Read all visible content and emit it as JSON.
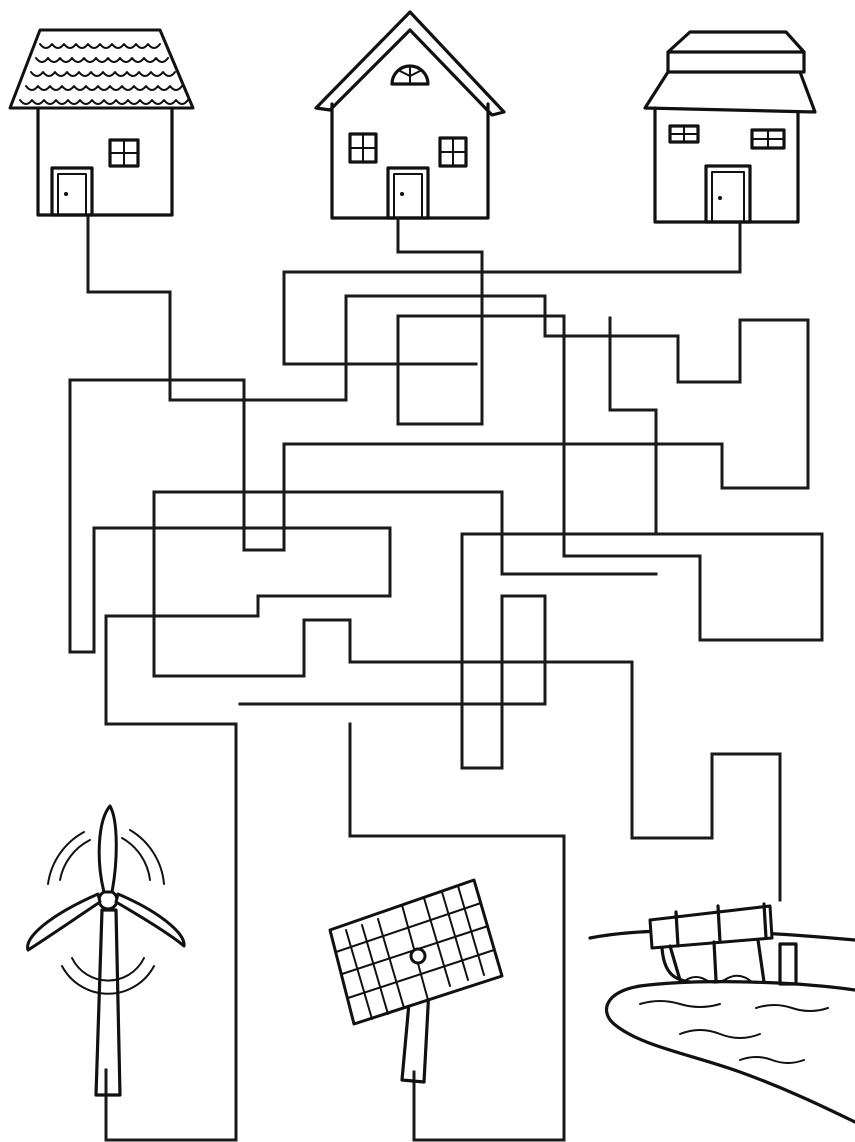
{
  "page": {
    "kind": "coloring-maze",
    "ink_color": "#111111",
    "paper_color": "#ffffff"
  },
  "houses": [
    {
      "name": "scalloped-roof-house-icon",
      "roof": "shingled"
    },
    {
      "name": "gabled-house-icon",
      "roof": "gabled-with-attic-window"
    },
    {
      "name": "hip-roof-house-icon",
      "roof": "double-tier"
    }
  ],
  "energy_sources": [
    {
      "name": "wind-turbine-icon"
    },
    {
      "name": "solar-panel-icon"
    },
    {
      "name": "hydro-dam-icon"
    }
  ],
  "maze": {
    "paths": 6,
    "style": "single-line-orthogonal"
  }
}
